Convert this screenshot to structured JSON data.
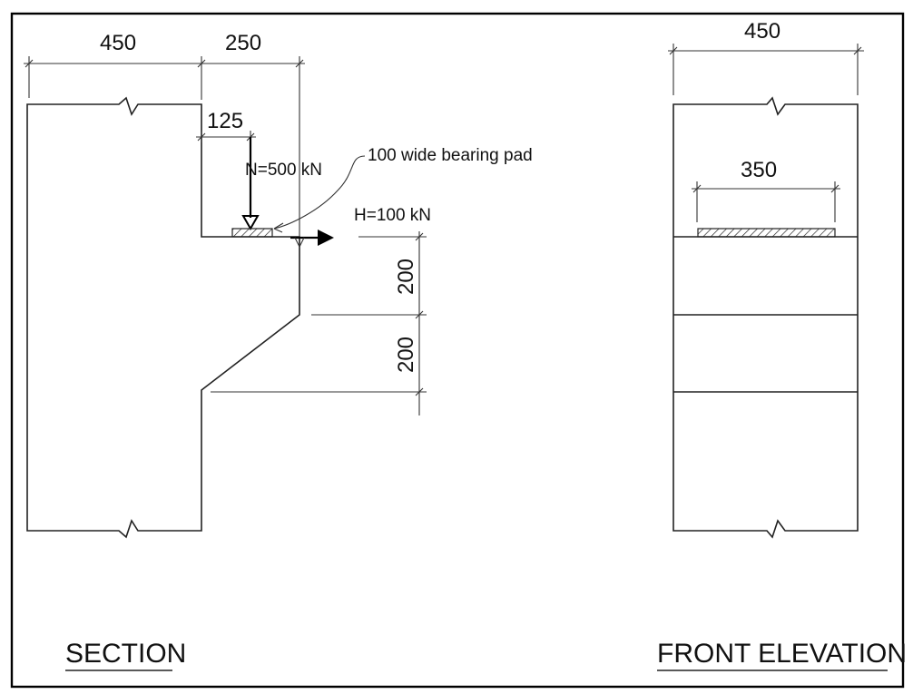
{
  "section": {
    "dim_column": "450",
    "dim_corbel": "250",
    "dim_load_offset": "125",
    "load_vertical": "N=500 kN",
    "load_horizontal": "H=100 kN",
    "bearing_note": "100 wide bearing pad",
    "dim_depth_top": "200",
    "dim_depth_bottom": "200",
    "title": "SECTION"
  },
  "elevation": {
    "dim_width": "450",
    "dim_pad": "350",
    "title": "FRONT ELEVATION"
  },
  "hatch_pattern": "diagonal-hatch"
}
